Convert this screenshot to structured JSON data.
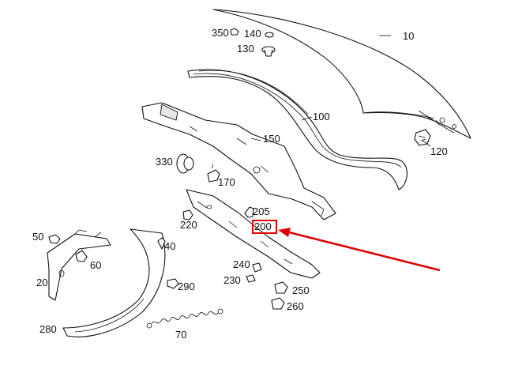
{
  "colors": {
    "highlight": "#e00000",
    "line": "#111111",
    "background": "#ffffff"
  },
  "callouts": {
    "p10": "10",
    "p20": "20",
    "p40": "40",
    "p50": "50",
    "p60": "60",
    "p70": "70",
    "p100": "100",
    "p120": "120",
    "p130": "130",
    "p140": "140",
    "p150": "150",
    "p170": "170",
    "p200": "200",
    "p205": "205",
    "p220": "220",
    "p230": "230",
    "p240": "240",
    "p250": "250",
    "p260": "260",
    "p280": "280",
    "p290": "290",
    "p330": "330",
    "p350": "350"
  },
  "highlighted_part": "200"
}
